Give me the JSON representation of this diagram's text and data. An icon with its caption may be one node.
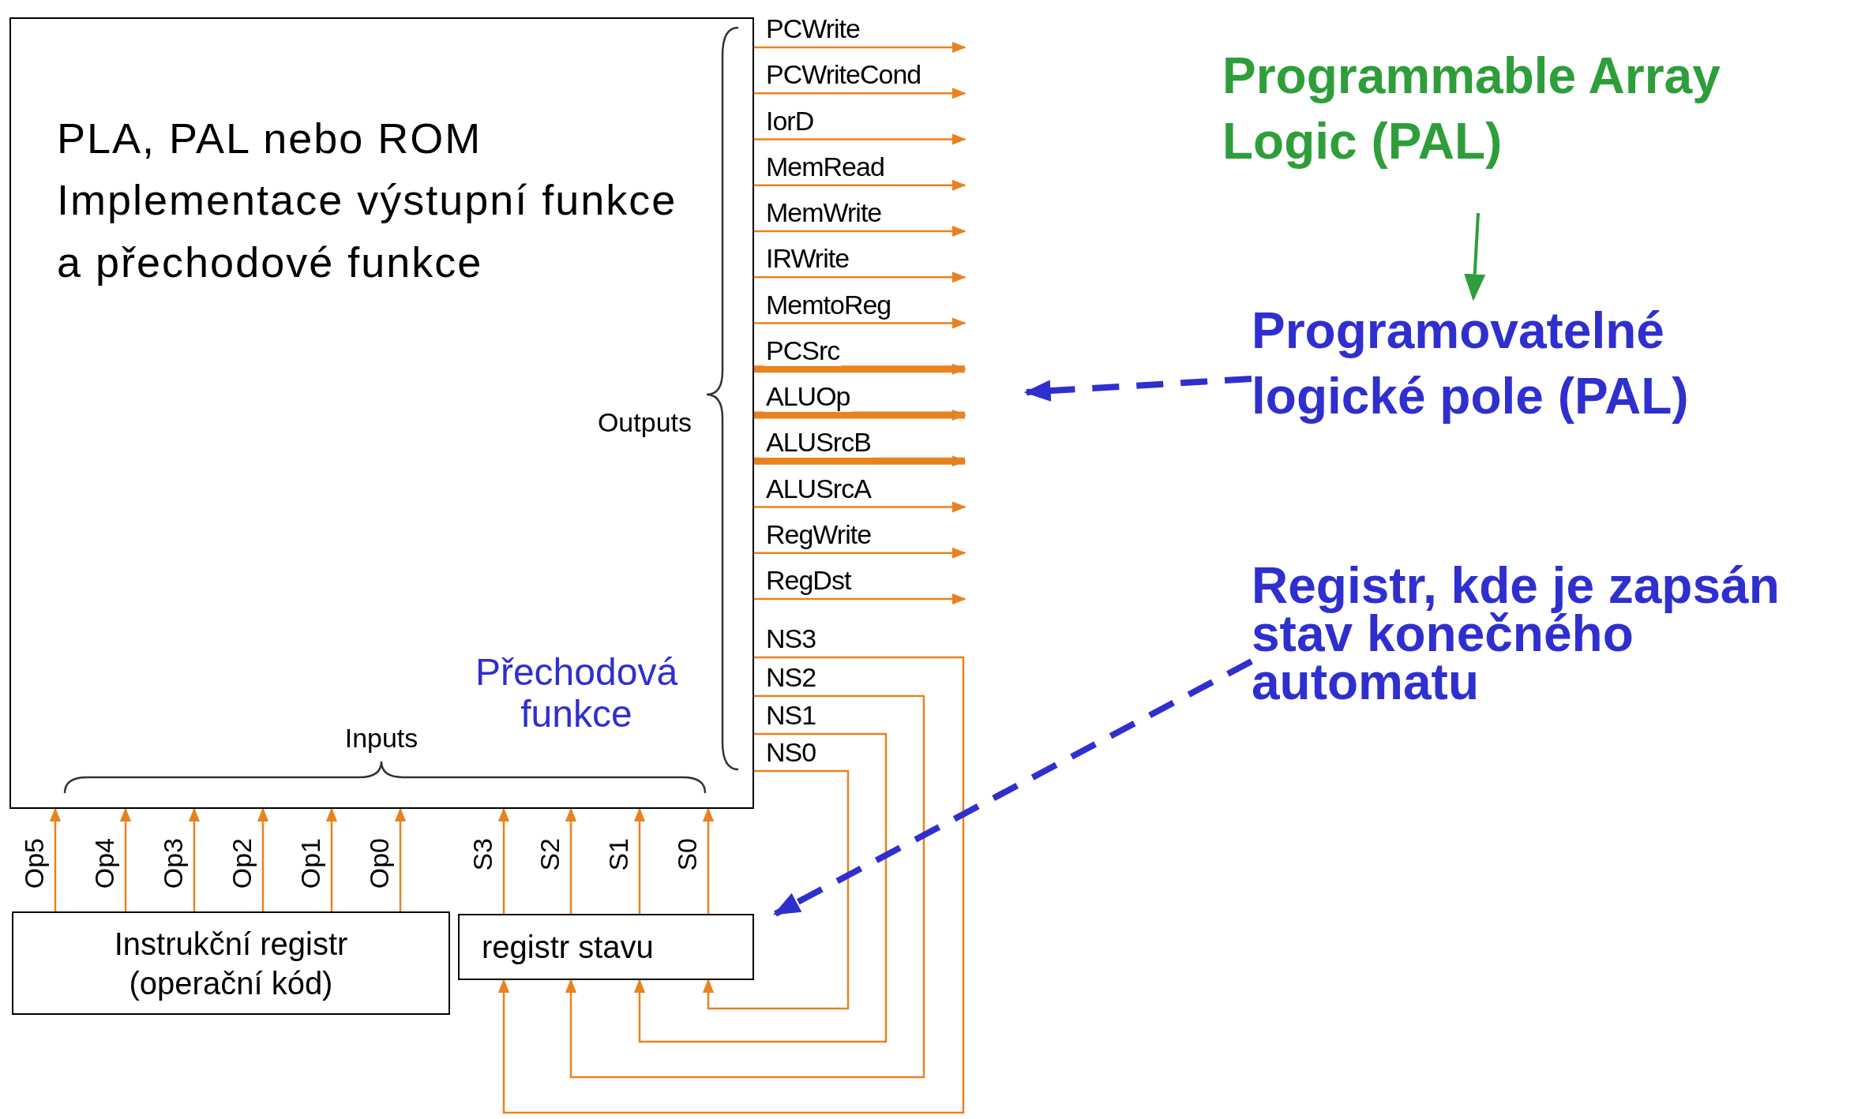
{
  "diagram": {
    "nodes": [
      {
        "text": [
          "PLA, PAL nebo ROM",
          "Implementace výstupní funkce a přechodové funkce"
        ]
      },
      {
        "text": [
          "Instrukční registr (operační kód)"
        ]
      },
      {
        "text": [
          "registr stavu"
        ]
      },
      {
        "text": [
          "Programmable Array Logic (PAL)"
        ]
      },
      {
        "text": [
          "Programovatelné logické pole (PAL)"
        ]
      },
      {
        "text": [
          "Registr, kde je zapsán stav konečného automatu"
        ]
      }
    ],
    "edges": [
      {
        "from": 0,
        "to": null,
        "arrow": "to",
        "label": "PCWrite"
      },
      {
        "from": 0,
        "to": null,
        "arrow": "to",
        "label": "PCWriteCond"
      },
      {
        "from": 0,
        "to": null,
        "arrow": "to",
        "label": "IorD"
      },
      {
        "from": 0,
        "to": null,
        "arrow": "to",
        "label": "MemRead"
      },
      {
        "from": 0,
        "to": null,
        "arrow": "to",
        "label": "MemWrite"
      },
      {
        "from": 0,
        "to": null,
        "arrow": "to",
        "label": "IRWrite"
      },
      {
        "from": 0,
        "to": null,
        "arrow": "to",
        "label": "MemtoReg"
      },
      {
        "from": 0,
        "to": null,
        "arrow": "to",
        "label": "PCSrc",
        "style": "thick"
      },
      {
        "from": 0,
        "to": null,
        "arrow": "to",
        "label": "ALUOp",
        "style": "thick"
      },
      {
        "from": 0,
        "to": null,
        "arrow": "to",
        "label": "ALUSrcB",
        "style": "thick"
      },
      {
        "from": 0,
        "to": null,
        "arrow": "to",
        "label": "ALUSrcA"
      },
      {
        "from": 0,
        "to": null,
        "arrow": "to",
        "label": "RegWrite"
      },
      {
        "from": 0,
        "to": null,
        "arrow": "to",
        "label": "RegDst"
      },
      {
        "from": 0,
        "to": 2,
        "arrow": "to",
        "label": "NS3"
      },
      {
        "from": 0,
        "to": 2,
        "arrow": "to",
        "label": "NS2"
      },
      {
        "from": 0,
        "to": 2,
        "arrow": "to",
        "label": "NS1"
      },
      {
        "from": 0,
        "to": 2,
        "arrow": "to",
        "label": "NS0"
      },
      {
        "from": 2,
        "to": 0,
        "arrow": "to",
        "label": "S3"
      },
      {
        "from": 2,
        "to": 0,
        "arrow": "to",
        "label": "S2"
      },
      {
        "from": 2,
        "to": 0,
        "arrow": "to",
        "label": "S1"
      },
      {
        "from": 2,
        "to": 0,
        "arrow": "to",
        "label": "S0"
      },
      {
        "from": 1,
        "to": 0,
        "arrow": "to",
        "label": "Op5"
      },
      {
        "from": 1,
        "to": 0,
        "arrow": "to",
        "label": "Op4"
      },
      {
        "from": 1,
        "to": 0,
        "arrow": "to",
        "label": "Op3"
      },
      {
        "from": 1,
        "to": 0,
        "arrow": "to",
        "label": "Op2"
      },
      {
        "from": 1,
        "to": 0,
        "arrow": "to",
        "label": "Op1"
      },
      {
        "from": 1,
        "to": 0,
        "arrow": "to",
        "label": "Op0"
      },
      {
        "from": 3,
        "to": 4,
        "arrow": "to",
        "color": "#2e9e3a"
      },
      {
        "from": 4,
        "to": null,
        "arrow": "to",
        "style": "dashed",
        "color": "#2f2fcf"
      },
      {
        "from": 5,
        "to": 2,
        "arrow": "to",
        "style": "dashed",
        "color": "#2f2fcf"
      }
    ],
    "labels": [
      "Outputs",
      "Inputs",
      "Přechodová funkce"
    ]
  }
}
